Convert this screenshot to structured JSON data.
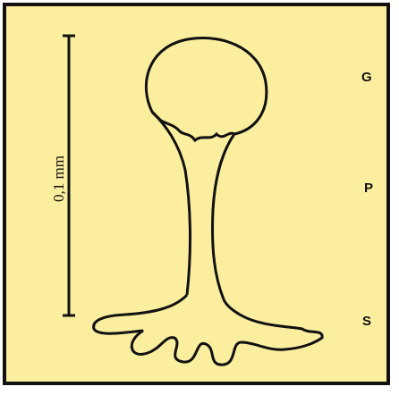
{
  "figure": {
    "scale_bar": {
      "label": "0,1 mm"
    },
    "parts": [
      {
        "label": "G"
      },
      {
        "label": "P"
      },
      {
        "label": "S"
      }
    ]
  },
  "colors": {
    "background": "#fbee9e",
    "line": "#111111"
  }
}
